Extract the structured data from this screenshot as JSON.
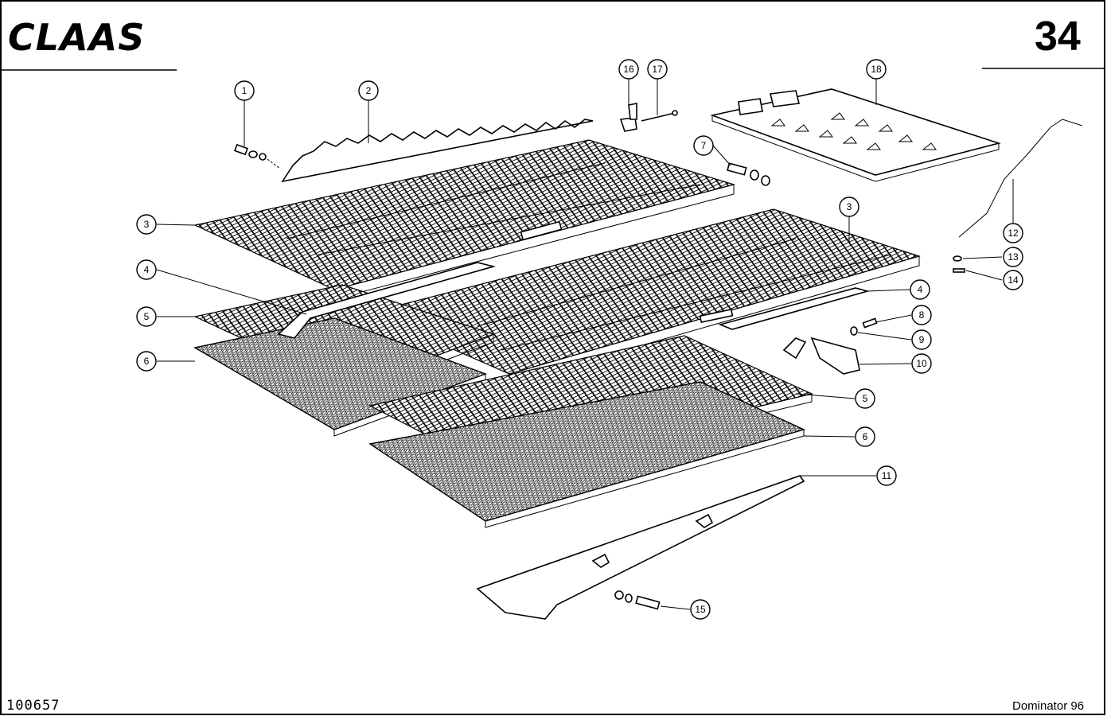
{
  "header": {
    "brand": "CLAAS",
    "page_number": "34"
  },
  "footer": {
    "document_id": "100657",
    "model": "Dominator 96"
  },
  "callouts": [
    {
      "id": "c1",
      "label": "1"
    },
    {
      "id": "c2",
      "label": "2"
    },
    {
      "id": "c3a",
      "label": "3"
    },
    {
      "id": "c3b",
      "label": "3"
    },
    {
      "id": "c4a",
      "label": "4"
    },
    {
      "id": "c4b",
      "label": "4"
    },
    {
      "id": "c5a",
      "label": "5"
    },
    {
      "id": "c5b",
      "label": "5"
    },
    {
      "id": "c6a",
      "label": "6"
    },
    {
      "id": "c6b",
      "label": "6"
    },
    {
      "id": "c7",
      "label": "7"
    },
    {
      "id": "c8",
      "label": "8"
    },
    {
      "id": "c9",
      "label": "9"
    },
    {
      "id": "c10",
      "label": "10"
    },
    {
      "id": "c11",
      "label": "11"
    },
    {
      "id": "c12",
      "label": "12"
    },
    {
      "id": "c13",
      "label": "13"
    },
    {
      "id": "c14",
      "label": "14"
    },
    {
      "id": "c15",
      "label": "15"
    },
    {
      "id": "c16",
      "label": "16"
    },
    {
      "id": "c17",
      "label": "17"
    },
    {
      "id": "c18",
      "label": "18"
    }
  ]
}
